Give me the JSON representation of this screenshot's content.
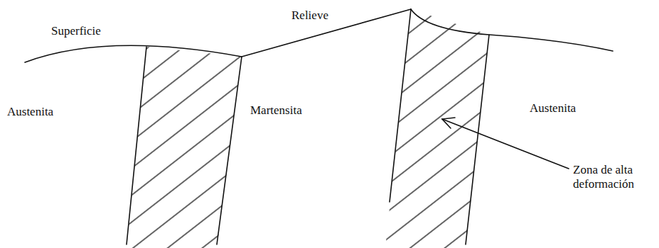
{
  "diagram": {
    "labels": [
      "Superficie",
      "Relieve",
      "Austenita",
      "Martensita",
      "Austenita",
      "Zona de alta deformación"
    ]
  }
}
